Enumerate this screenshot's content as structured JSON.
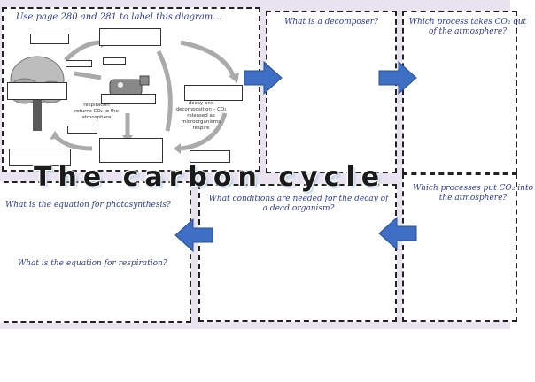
{
  "title": "The carbon cycle",
  "diagram": {
    "instruction": "Use page 280 and 281 to label this diagram...",
    "respiration_note": "respiration returns CO₂ to the atmosphere",
    "decay_note": "decay and decomposition – CO₂ released as microorganisms respire"
  },
  "questions": {
    "decomposer": "What is a decomposer?",
    "takes_co2": "Which process takes CO₂ out of the atmosphere?",
    "photosynthesis_eq": "What is the equation for photosynthesis?",
    "respiration_eq": "What is the equation for respiration?",
    "decay_conditions": "What conditions are needed for the decay of a dead organism?",
    "puts_co2": "Which processes put CO₂ into the atmosphere?"
  },
  "colors": {
    "arrow": "#3f6fc5",
    "question_text": "#2a3b9c",
    "background": "#e8e3ee"
  }
}
